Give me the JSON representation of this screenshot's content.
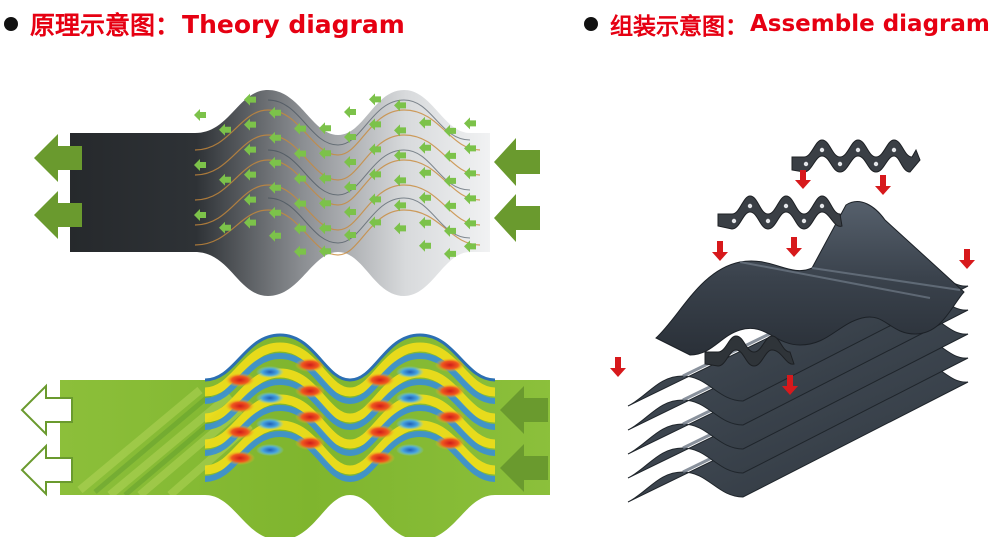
{
  "left_heading": {
    "cn": "原理示意图：",
    "en": "Theory diagram"
  },
  "right_heading": {
    "cn": "组装示意图：",
    "en": "Assemble diagram"
  },
  "colors": {
    "heading_red": "#e60012",
    "arrow_green": "#6a9a2e",
    "arrow_red": "#d7191c",
    "panel_dark": "#2c2f33",
    "sheet_blue_gray": "#3e4651"
  },
  "icons": [
    "bullet-dot-icon",
    "arrow-left-icon",
    "arrow-down-icon"
  ]
}
